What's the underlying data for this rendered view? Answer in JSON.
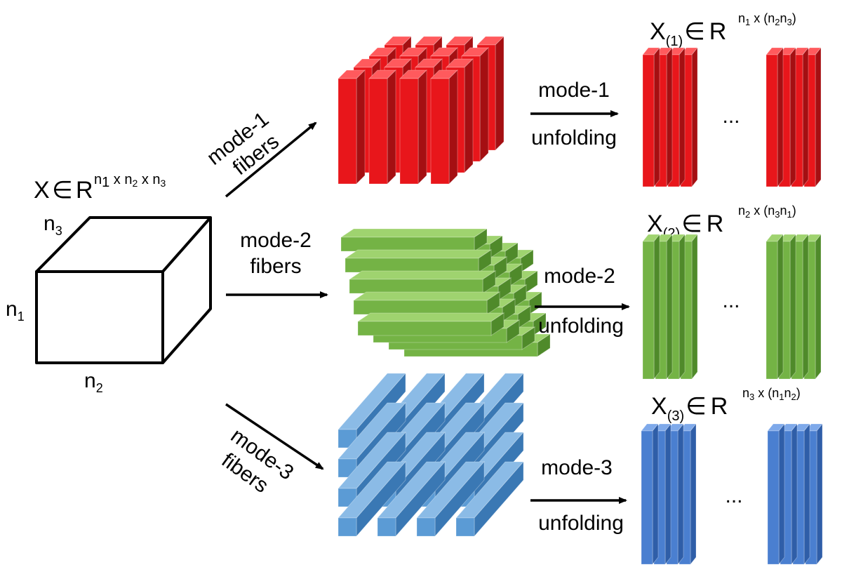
{
  "colors": {
    "red": {
      "front": "#e8161b",
      "side": "#a50f12",
      "top": "#ff5a5d",
      "line": "#ff8a8c"
    },
    "green": {
      "front": "#74b345",
      "side": "#4f8a2a",
      "top": "#9fd36f",
      "line": "#b9e294"
    },
    "blue": {
      "front": "#4a7fd0",
      "side": "#2f5ea8",
      "top": "#7ea9ea",
      "line": "#a9c6f2"
    },
    "lightblue": {
      "front": "#5b9bd5",
      "side": "#3a78b4",
      "top": "#8bbbe6"
    },
    "ink": "#000000"
  },
  "tensor": {
    "symbol": "X",
    "in": "∈",
    "field": "R",
    "dims": [
      "n",
      "1",
      " x ",
      "n",
      "2",
      " x ",
      "n",
      "3"
    ],
    "edge_n3": {
      "base": "n",
      "sub": "3"
    },
    "edge_n1": {
      "base": "n",
      "sub": "1"
    },
    "edge_n2": {
      "base": "n",
      "sub": "2"
    }
  },
  "fibers": [
    {
      "id": "mode-1",
      "line1": "mode-1",
      "line2": "fibers"
    },
    {
      "id": "mode-2",
      "line1": "mode-2",
      "line2": "fibers"
    },
    {
      "id": "mode-3",
      "line1": "mode-3",
      "line2": "fibers"
    }
  ],
  "unfoldings": [
    {
      "line1": "mode-1",
      "line2": "unfolding",
      "X": "X",
      "paren": "(1)",
      "in": "∈",
      "R": "R",
      "sup_a": "n",
      "sup_a_sub": "1",
      "sup_x": " x ",
      "sup_b": "(n",
      "sup_b_sub": "2",
      "sup_c": "n",
      "sup_c_sub": "3",
      "sup_end": ")"
    },
    {
      "line1": "mode-2",
      "line2": "unfolding",
      "X": "X",
      "paren": "(2)",
      "in": "∈",
      "R": "R",
      "sup_a": "n",
      "sup_a_sub": "2",
      "sup_x": " x ",
      "sup_b": "(n",
      "sup_b_sub": "3",
      "sup_c": "n",
      "sup_c_sub": "1",
      "sup_end": ")"
    },
    {
      "line1": "mode-3",
      "line2": "unfolding",
      "X": "X",
      "paren": "(3)",
      "in": "∈",
      "R": "R",
      "sup_a": "n",
      "sup_a_sub": "3",
      "sup_x": " x ",
      "sup_b": "(n",
      "sup_b_sub": "1",
      "sup_c": "n",
      "sup_c_sub": "2",
      "sup_end": ")"
    }
  ],
  "ellipsis": "..."
}
